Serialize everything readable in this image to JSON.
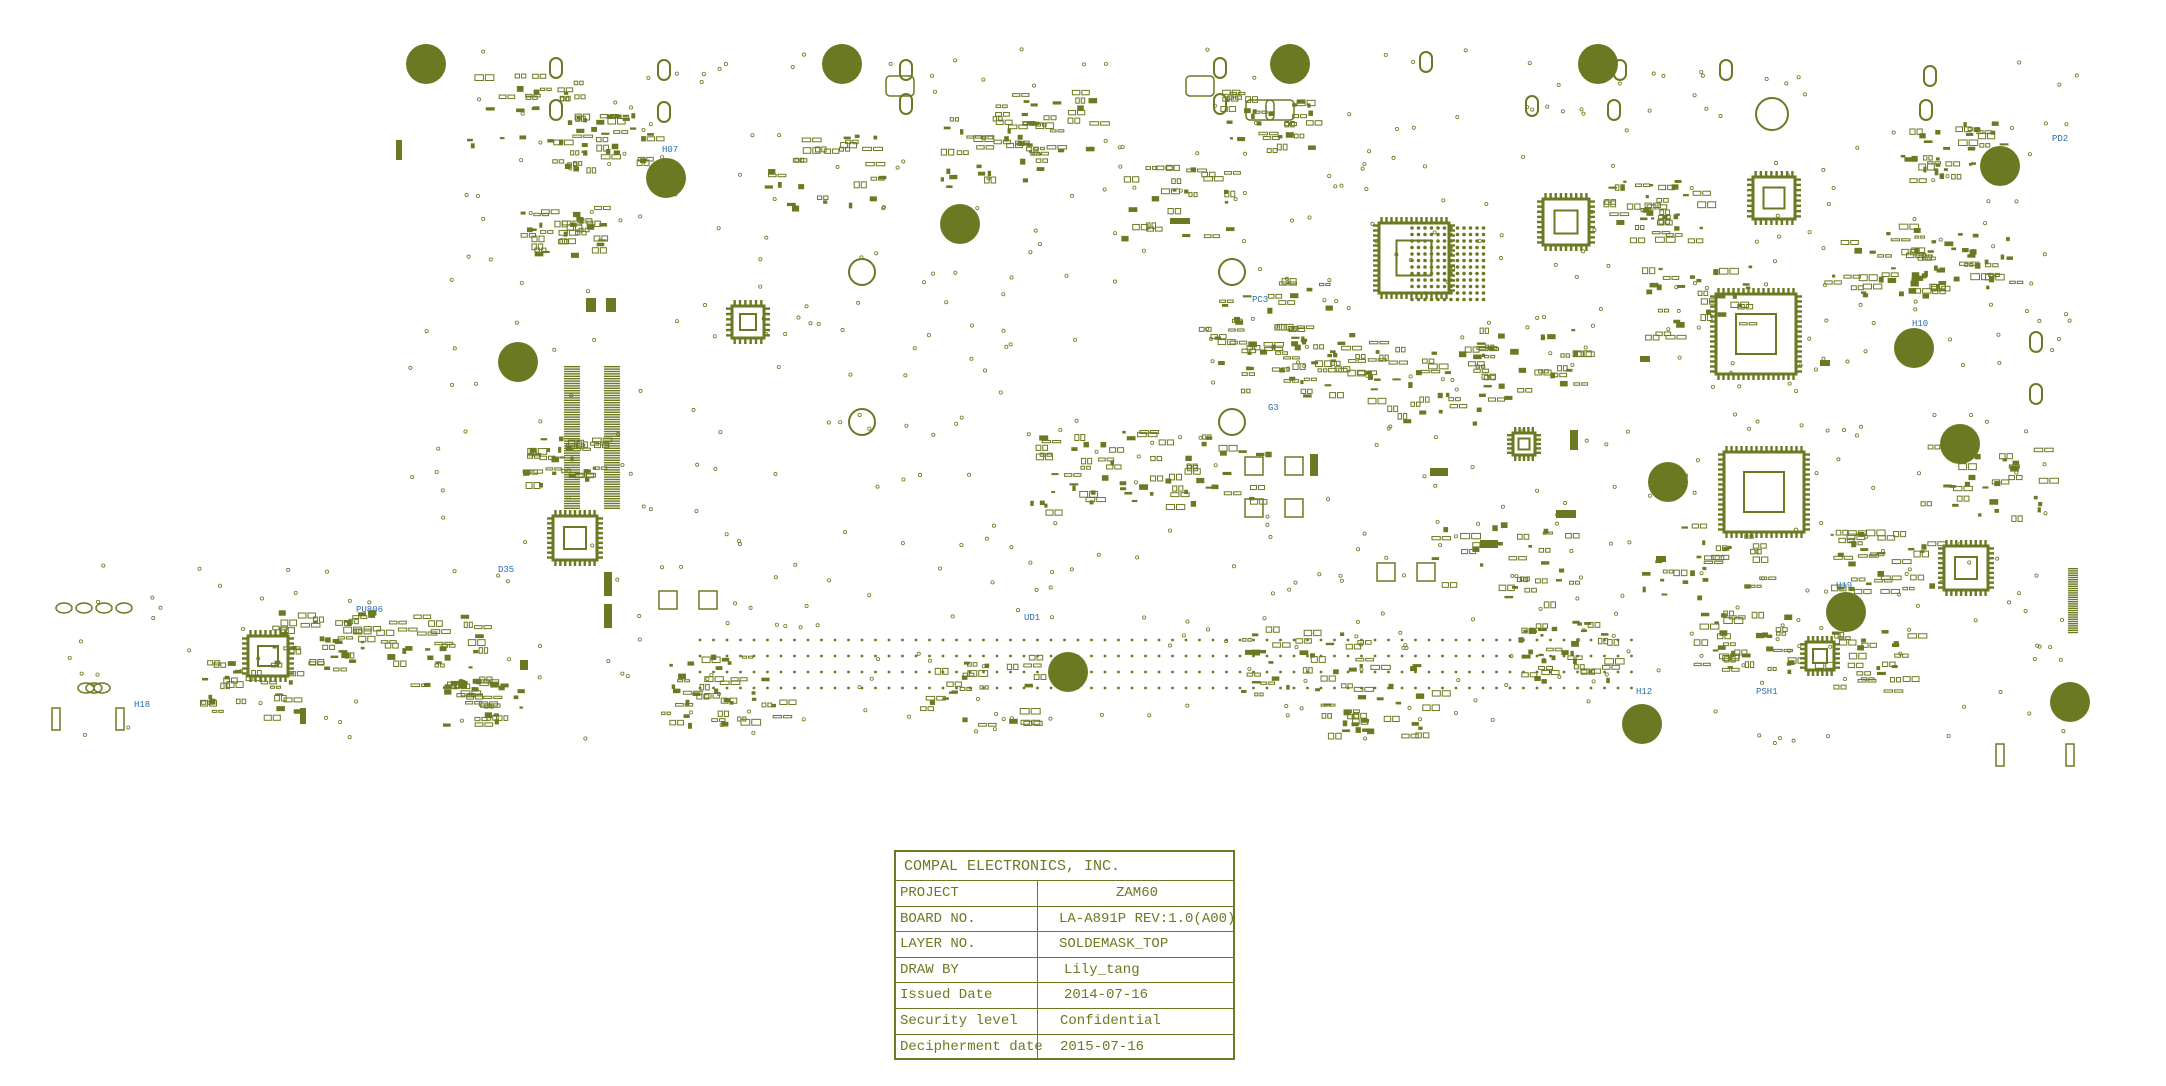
{
  "colors": {
    "copper": "#6b7a22",
    "pad": "#6b7a22",
    "silkscreen": "#2b6cb0",
    "background": "#ffffff"
  },
  "refdes": [
    "PU806",
    "UD1",
    "H10",
    "H18",
    "H19",
    "H12",
    "PD2",
    "PSH1",
    "PC3",
    "H07",
    "D35",
    "G3"
  ],
  "title_block": {
    "company": "COMPAL ELECTRONICS, INC.",
    "rows": [
      {
        "label": "PROJECT",
        "value": "ZAM60"
      },
      {
        "label": "BOARD NO.",
        "value": "LA-A891P  REV:1.0(A00)"
      },
      {
        "label": "LAYER NO.",
        "value": "SOLDEMASK_TOP"
      },
      {
        "label": "DRAW BY",
        "value": "Lily_tang"
      },
      {
        "label": "Issued  Date",
        "value": "2014-07-16"
      },
      {
        "label": "Security level",
        "value": "Confidential"
      },
      {
        "label": "Decipherment date",
        "value": "2015-07-16"
      }
    ]
  }
}
